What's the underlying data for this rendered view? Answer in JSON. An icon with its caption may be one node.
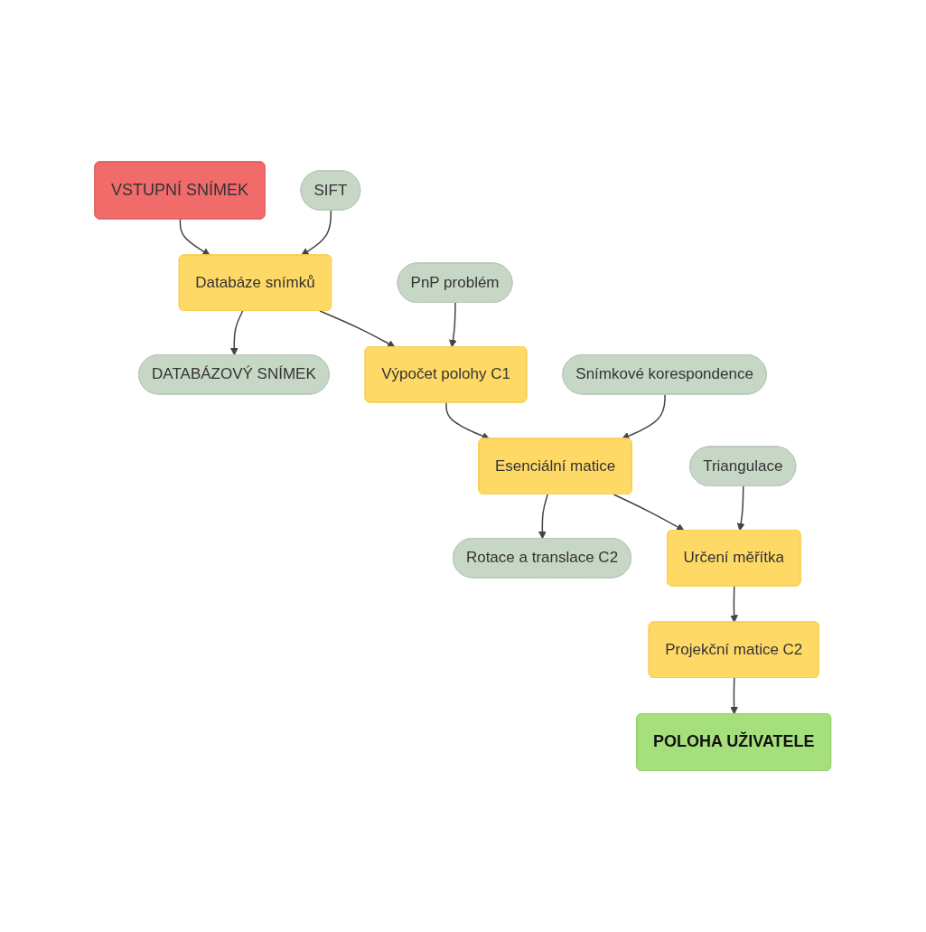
{
  "diagram": {
    "nodes": [
      {
        "text": [
          "VSTUPNÍ SNÍMEK"
        ]
      },
      {
        "text": [
          "SIFT"
        ]
      },
      {
        "text": [
          "Databáze snímků"
        ]
      },
      {
        "text": [
          "DATABÁZOVÝ SNÍMEK"
        ]
      },
      {
        "text": [
          "PnP problém"
        ]
      },
      {
        "text": [
          "Výpočet polohy C1"
        ]
      },
      {
        "text": [
          "Snímkové korespondence"
        ]
      },
      {
        "text": [
          "Esenciální matice"
        ]
      },
      {
        "text": [
          "Rotace a translace C2"
        ]
      },
      {
        "text": [
          "Triangulace"
        ]
      },
      {
        "text": [
          "Určení měřítka"
        ]
      },
      {
        "text": [
          "Projekční matice C2"
        ]
      },
      {
        "text": [
          "POLOHA UŽIVATELE"
        ]
      }
    ],
    "edges": [
      {
        "from": 0,
        "to": 2,
        "arrow": "to"
      },
      {
        "from": 1,
        "to": 2,
        "arrow": "to"
      },
      {
        "from": 2,
        "to": 3,
        "arrow": "to"
      },
      {
        "from": 2,
        "to": 5,
        "arrow": "to"
      },
      {
        "from": 4,
        "to": 5,
        "arrow": "to"
      },
      {
        "from": 5,
        "to": 7,
        "arrow": "to"
      },
      {
        "from": 6,
        "to": 7,
        "arrow": "to"
      },
      {
        "from": 7,
        "to": 8,
        "arrow": "to"
      },
      {
        "from": 7,
        "to": 10,
        "arrow": "to"
      },
      {
        "from": 9,
        "to": 10,
        "arrow": "to"
      },
      {
        "from": 10,
        "to": 11,
        "arrow": "to"
      },
      {
        "from": 11,
        "to": 12,
        "arrow": "to"
      }
    ]
  }
}
